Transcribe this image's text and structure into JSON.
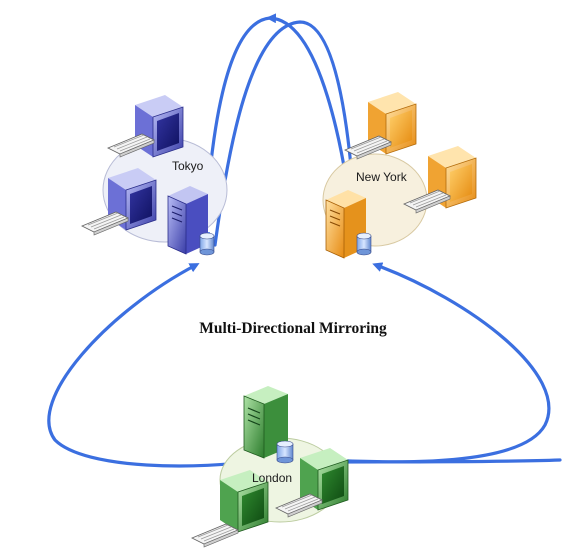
{
  "diagram": {
    "title": "Multi-Directional Mirroring",
    "sites": {
      "tokyo": {
        "label": "Tokyo",
        "color": "#5b5fcf"
      },
      "newyork": {
        "label": "New York",
        "color": "#f3a73a"
      },
      "london": {
        "label": "London",
        "color": "#3f9e3f"
      }
    },
    "arrow_color": "#3b6fe0"
  }
}
